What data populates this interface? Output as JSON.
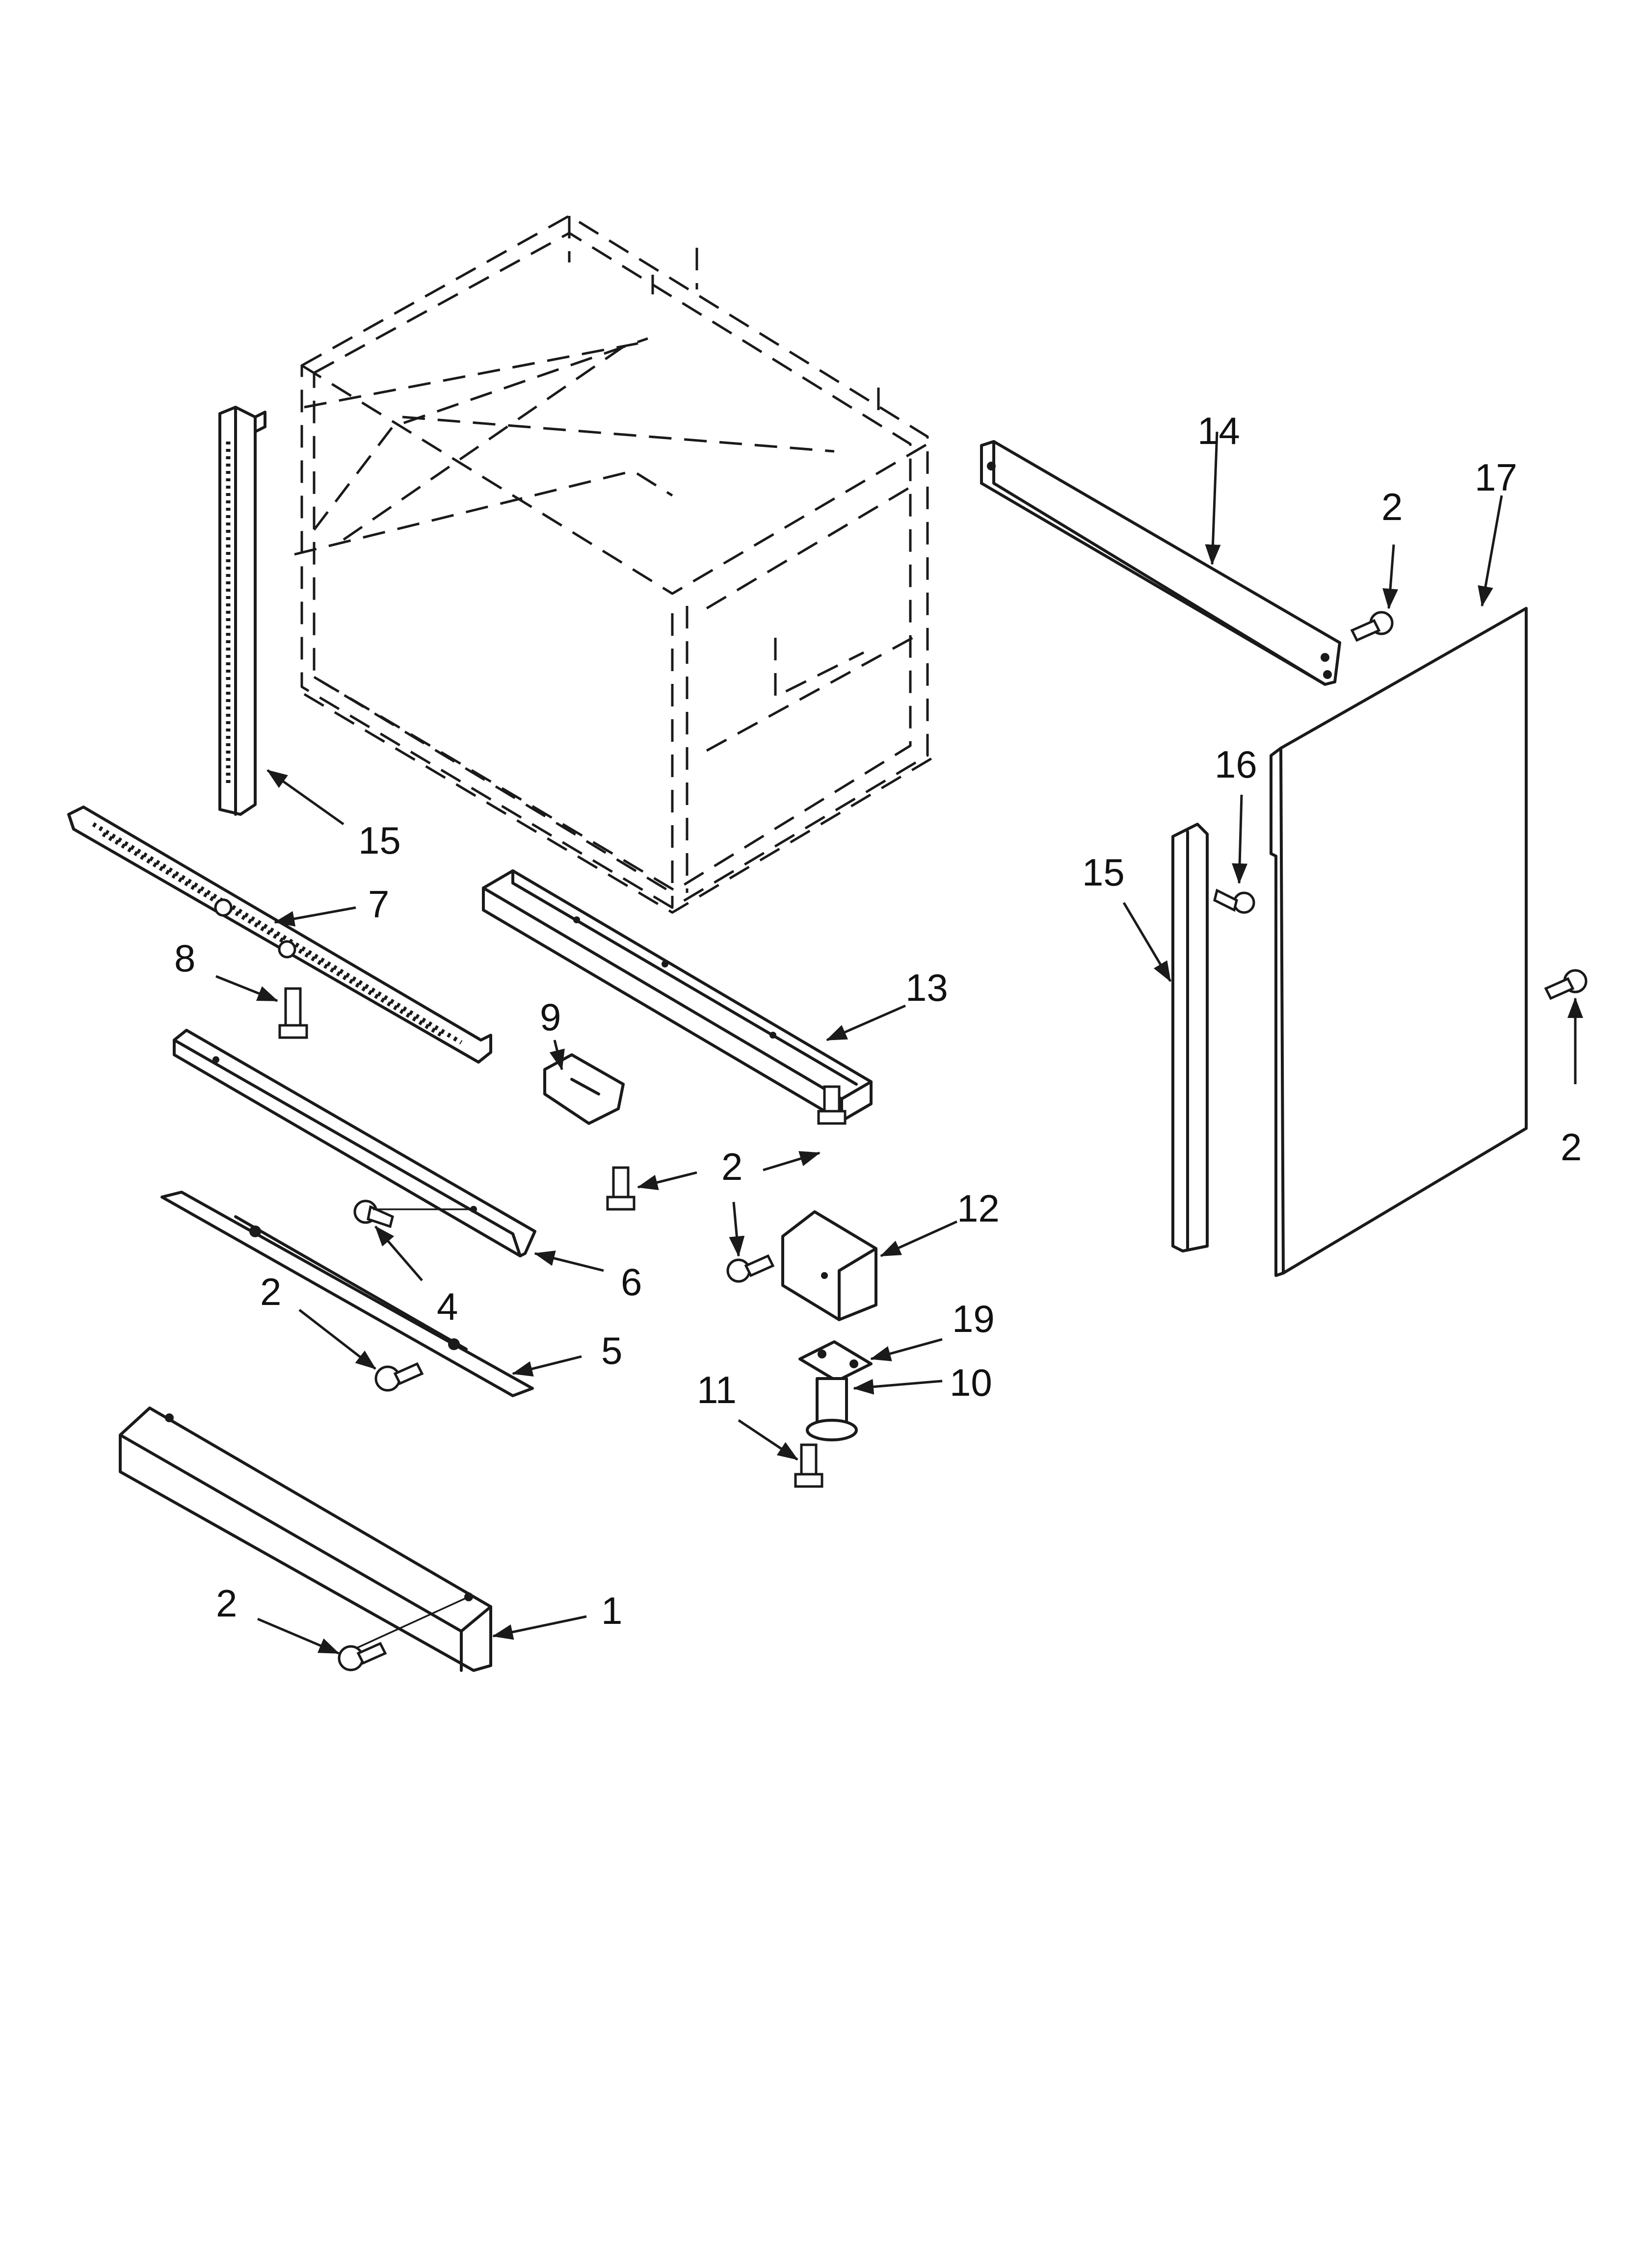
{
  "callouts": [
    {
      "id": "c14",
      "text": "14"
    },
    {
      "id": "c2a",
      "text": "2"
    },
    {
      "id": "c17",
      "text": "17"
    },
    {
      "id": "c16",
      "text": "16"
    },
    {
      "id": "c15r",
      "text": "15"
    },
    {
      "id": "c15l",
      "text": "15"
    },
    {
      "id": "c7",
      "text": "7"
    },
    {
      "id": "c8",
      "text": "8"
    },
    {
      "id": "c13",
      "text": "13"
    },
    {
      "id": "c9",
      "text": "9"
    },
    {
      "id": "c2b",
      "text": "2"
    },
    {
      "id": "c2c",
      "text": "2"
    },
    {
      "id": "c12",
      "text": "12"
    },
    {
      "id": "c6",
      "text": "6"
    },
    {
      "id": "c4",
      "text": "4"
    },
    {
      "id": "c2d",
      "text": "2"
    },
    {
      "id": "c5",
      "text": "5"
    },
    {
      "id": "c19",
      "text": "19"
    },
    {
      "id": "c10",
      "text": "10"
    },
    {
      "id": "c11",
      "text": "11"
    },
    {
      "id": "c2e",
      "text": "2"
    },
    {
      "id": "c1",
      "text": "1"
    }
  ]
}
